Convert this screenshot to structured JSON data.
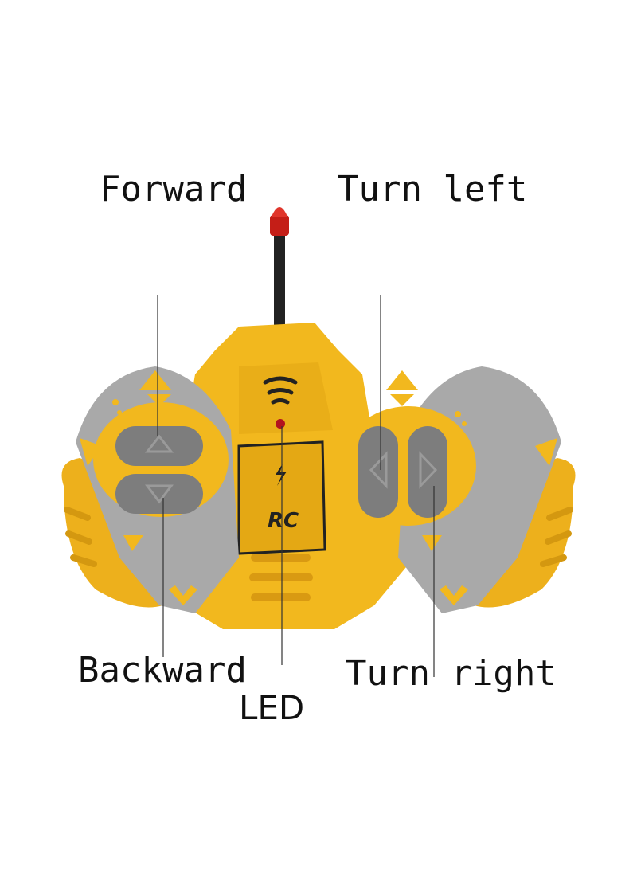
{
  "labels": {
    "forward": "Forward",
    "turn_left": "Turn left",
    "backward": "Backward",
    "turn_right": "Turn right",
    "led": "LED"
  },
  "logo_text": "RC",
  "colors": {
    "body_yellow": "#F2B81E",
    "body_shadow": "#D99A12",
    "panel_gray": "#A9A9A9",
    "button_gray": "#7D7D7D",
    "antenna_tip": "#D9241C",
    "antenna_rod": "#222222",
    "led_red": "#B3121E"
  }
}
